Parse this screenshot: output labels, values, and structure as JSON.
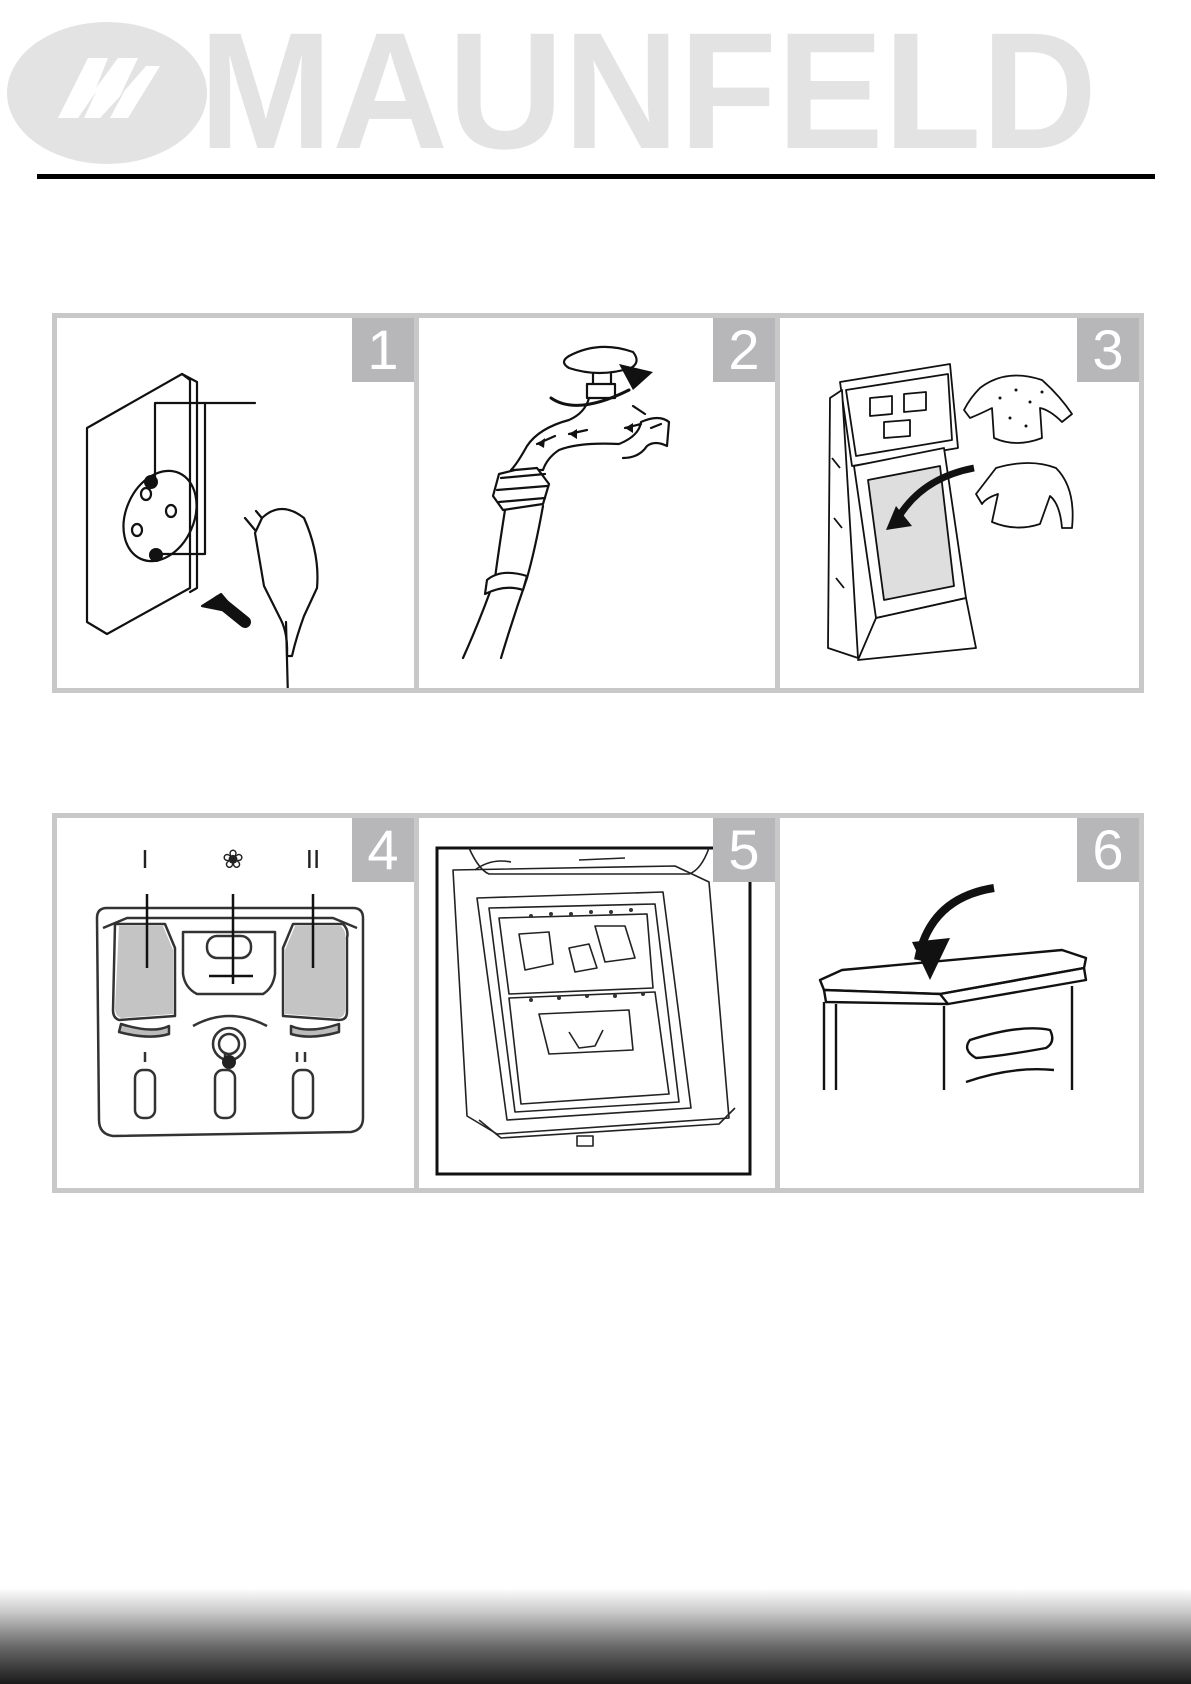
{
  "brand": {
    "name": "MAUNFELD",
    "color": "#e3e3e3",
    "emblem_icon": "maunfeld-emblem-icon"
  },
  "rule_color": "#000000",
  "panel_border_color": "#c8c8c8",
  "number_badge_color": "#b7b7b9",
  "steps": [
    {
      "number": "1",
      "icon": "plug-into-socket-icon"
    },
    {
      "number": "2",
      "icon": "open-water-tap-icon"
    },
    {
      "number": "3",
      "icon": "load-laundry-icon"
    },
    {
      "number": "4",
      "icon": "detergent-drawer-icon",
      "compartment_labels": [
        "I",
        "❀",
        "II"
      ]
    },
    {
      "number": "5",
      "icon": "close-drum-flaps-icon"
    },
    {
      "number": "6",
      "icon": "close-lid-icon"
    }
  ]
}
